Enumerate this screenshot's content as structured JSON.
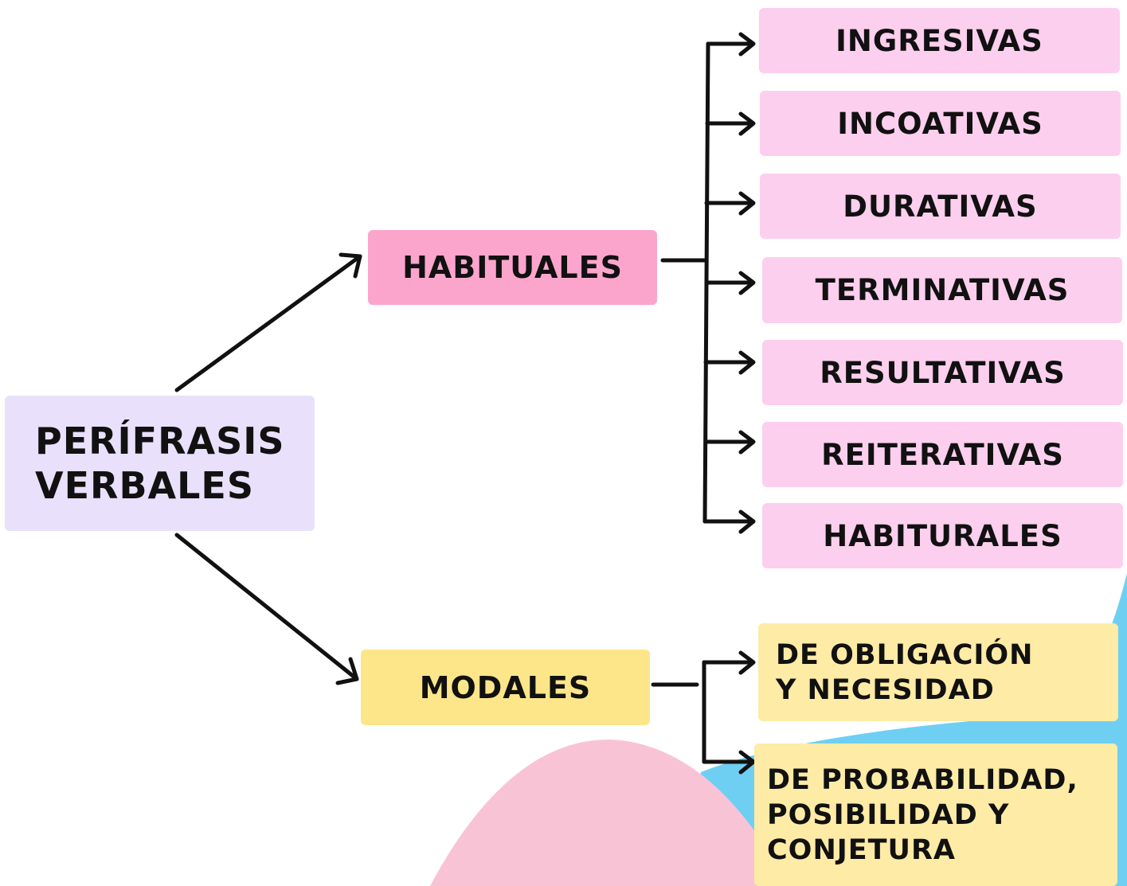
{
  "diagram": {
    "root": {
      "label": "PERÍFRASIS\nVERBALES"
    },
    "branches": [
      {
        "label": "HABITUALES",
        "children": [
          "INGRESIVAS",
          "INCOATIVAS",
          "DURATIVAS",
          "TERMINATIVAS",
          "RESULTATIVAS",
          "REITERATIVAS",
          "HABITURALES"
        ]
      },
      {
        "label": "MODALES",
        "children": [
          "DE OBLIGACIÓN\nY NECESIDAD",
          "DE PROBABILIDAD,\nPOSIBILIDAD Y\nCONJETURA"
        ]
      }
    ],
    "colors": {
      "root": "#e9e1fb",
      "habituales": "#fca5cc",
      "habituales_children": "#fccfee",
      "modales": "#fde68a",
      "modales_children": "#fdeba6",
      "blob_pink": "#f9c3d6",
      "blob_blue": "#6fcff3",
      "lines": "#111111"
    }
  }
}
